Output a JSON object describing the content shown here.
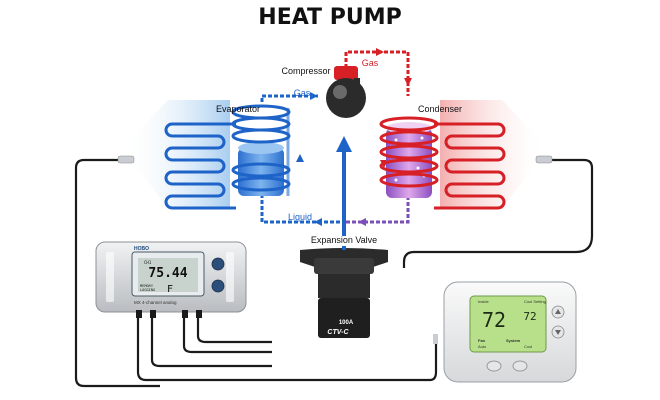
{
  "title": "HEAT PUMP",
  "labels": {
    "compressor": "Compressor",
    "gas_top": "Gas",
    "gas_left": "Gas",
    "evaporator": "Evaporator",
    "condenser": "Condenser",
    "liquid": "Liquid",
    "expansion_valve": "Expansion Valve"
  },
  "logger": {
    "brand": "HOBO",
    "model_text": "MX 4-channel analog",
    "display_value": "75.44",
    "display_unit": "F",
    "display_labels": {
      "ch": "CH1",
      "memory": "MEMORY",
      "logging": "LOGGING"
    }
  },
  "current_sensor": {
    "rating": "100A",
    "model": "CTV-C"
  },
  "thermostat": {
    "inside_label": "Inside",
    "inside_temp": "72",
    "cool_label": "Cool Setting",
    "set_temp": "72",
    "fan_label": "Fan",
    "fan_mode": "Auto",
    "system_label": "System",
    "system_mode": "Cool"
  },
  "colors": {
    "cold": "#1e64c8",
    "hot": "#d71f26",
    "cold_glow": "#bcd9f2",
    "hot_glow": "#f6c4c4",
    "accent_purple": "#7a4fb8",
    "lcd_green": "#b8e08a",
    "cable": "#1b1b1b"
  }
}
